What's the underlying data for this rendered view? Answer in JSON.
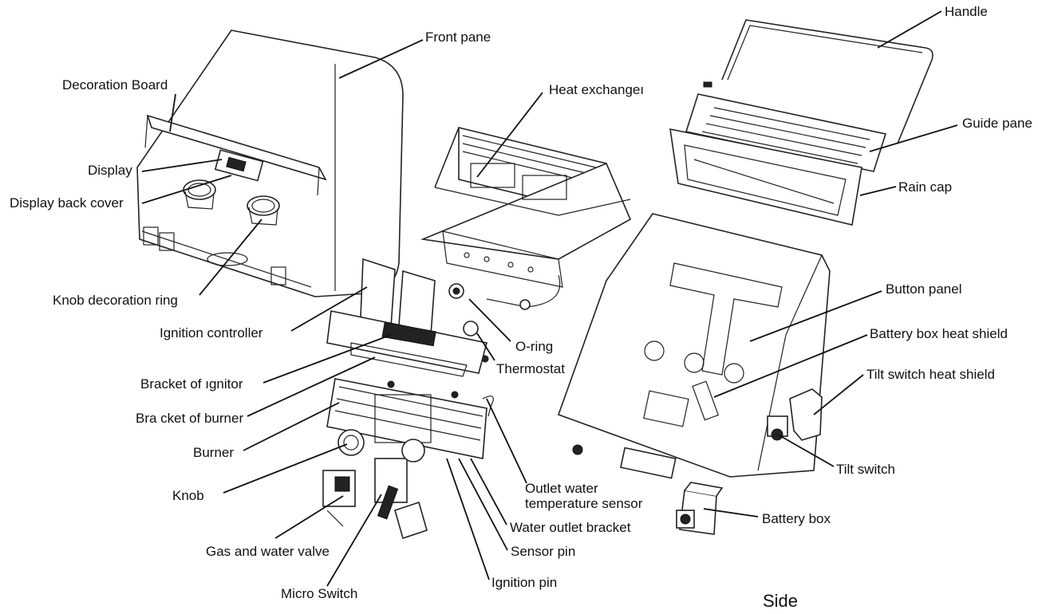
{
  "labels": {
    "front_pane": "Front pane",
    "heat_exchanger": "Heat exchangeı",
    "handle": "Handle",
    "guide_panel": "Guide pane",
    "rain_cap": "Rain cap",
    "decoration_board": "Decoration Board",
    "display": "Display",
    "display_back_cover": "Display back cover",
    "knob_decoration_ring": "Knob decoration ring",
    "ignition_controller": "Ignition controller",
    "o_ring": "O-ring",
    "thermostat": "Thermostat",
    "button_panel": "Button panel",
    "battery_box_heat_shield": "Battery box heat shield",
    "tilt_switch_heat_shield": "Tilt switch heat shield",
    "tilt_switch": "Tilt switch",
    "bracket_of_ignitor": "Bracket of ıgnitor",
    "bracket_of_burner": "Bra cket of burner",
    "burner": "Burner",
    "knob": "Knob",
    "outlet_water_temperature_sensor_line1": "Outlet water",
    "outlet_water_temperature_sensor_line2": "temperature sensor",
    "water_outlet_bracket": "Water outlet bracket",
    "battery_box": "Battery box",
    "gas_and_water_valve": "Gas and water valve",
    "sensor_pin": "Sensor pin",
    "ignition_pin": "Ignition pin",
    "micro_switch": "Micro Switch",
    "side": "Side"
  }
}
